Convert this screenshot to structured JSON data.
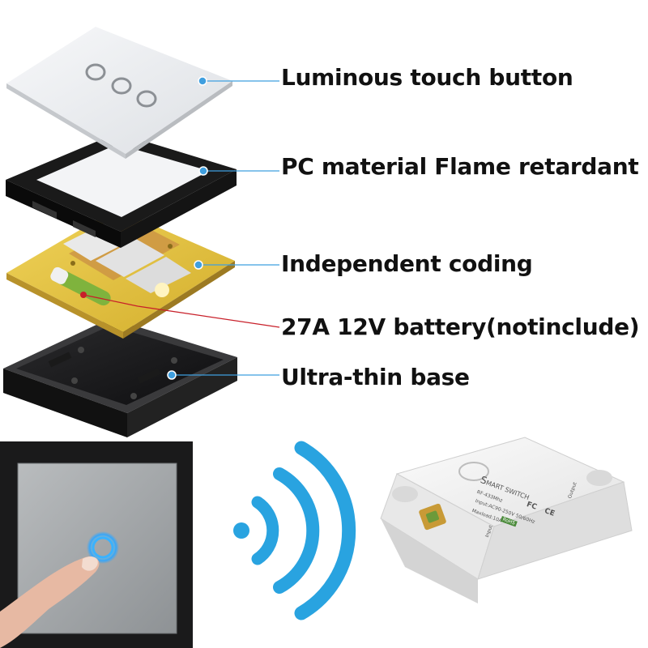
{
  "callouts": {
    "touch_button": "Luminous touch button",
    "frame": "PC material Flame retardant",
    "coding": "Independent coding",
    "battery": "27A 12V battery(notinclude)",
    "base": "Ultra-thin base"
  },
  "receiver_module": {
    "brand_initial": "S",
    "brand_rest": "MART SWITCH",
    "model": "RF-433Mhz",
    "input": "Input:AC90-250V 50/60Hz",
    "max_load": "Maxload:10A",
    "rohs": "RoHS",
    "fc": "FC",
    "ce": "CE",
    "side_input": "Input",
    "side_output": "Output"
  },
  "colors": {
    "accent_blue": "#3f9fdf",
    "wifi_blue": "#29a3e0",
    "pcb_yellow": "#e7c743",
    "battery_leader": "#c8202a"
  }
}
